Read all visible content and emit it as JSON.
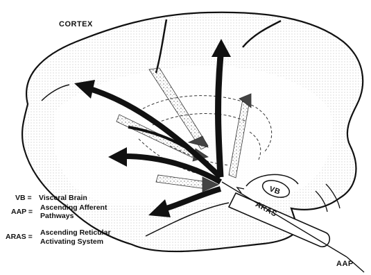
{
  "labels": {
    "cortex": "CORTEX",
    "vb_box": "VB",
    "aras_band": "ARAS",
    "aap_bottom": "AAP"
  },
  "legend": [
    {
      "abbr": "VB =",
      "lines": [
        "Visceral Brain"
      ]
    },
    {
      "abbr": "AAP =",
      "lines": [
        "Ascending Afferent",
        "Pathways"
      ]
    },
    {
      "abbr": "ARAS =",
      "lines": [
        "Ascending Reticular",
        "Activating System"
      ]
    }
  ],
  "colors": {
    "ink": "#111111",
    "stipple": "#8a8a8a",
    "paper": "#ffffff"
  }
}
